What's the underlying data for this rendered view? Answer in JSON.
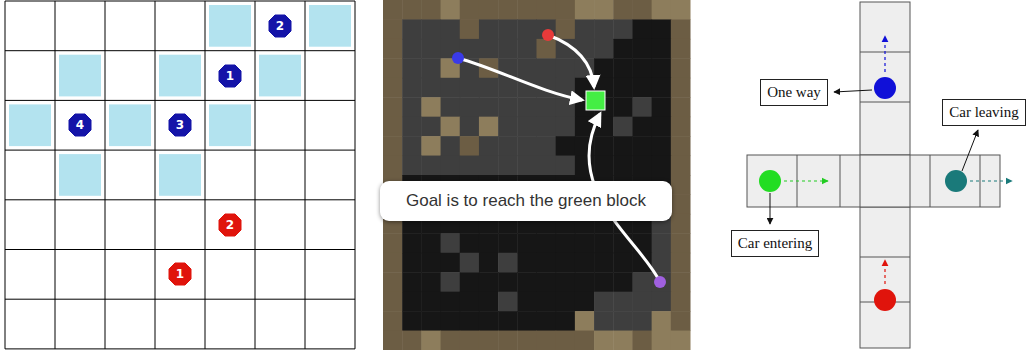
{
  "diagram": {
    "nodes": [
      {
        "text": [
          "2"
        ]
      },
      {
        "text": [
          "1"
        ]
      },
      {
        "text": [
          "4"
        ]
      },
      {
        "text": [
          "3"
        ]
      },
      {
        "text": [
          "2"
        ]
      },
      {
        "text": [
          "1"
        ]
      },
      {
        "text": [
          "Goal is to reach the green block"
        ]
      },
      {
        "text": [
          "One way"
        ]
      },
      {
        "text": [
          "Car leaving"
        ]
      },
      {
        "text": [
          "Car entering"
        ]
      }
    ]
  }
}
